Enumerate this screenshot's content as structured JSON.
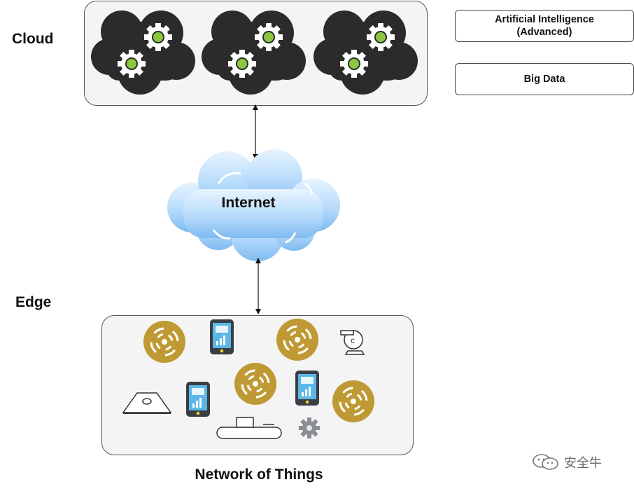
{
  "labels": {
    "cloud": "Cloud",
    "edge": "Edge",
    "internet": "Internet",
    "network": "Network of Things"
  },
  "cloud_panel": {
    "servers": [
      {
        "icon": "cloud-gears-icon"
      },
      {
        "icon": "cloud-gears-icon"
      },
      {
        "icon": "cloud-gears-icon"
      }
    ]
  },
  "side_boxes": {
    "ai": "Artificial Intelligence\n(Advanced)",
    "big_data": "Big Data"
  },
  "edge_panel": {
    "devices": [
      {
        "icon": "wireless-sensor-icon"
      },
      {
        "icon": "mobile-phone-icon"
      },
      {
        "icon": "wireless-sensor-icon"
      },
      {
        "icon": "pump-icon"
      },
      {
        "icon": "wireless-sensor-icon"
      },
      {
        "icon": "mobile-phone-icon"
      },
      {
        "icon": "wireless-sensor-icon"
      },
      {
        "icon": "scale-icon"
      },
      {
        "icon": "mobile-phone-icon"
      },
      {
        "icon": "conveyor-icon"
      },
      {
        "icon": "gear-icon"
      }
    ]
  },
  "colors": {
    "cloud_dark": "#2b2b2b",
    "gear_accent": "#8dc63f",
    "sensor_gold": "#bf9a34",
    "internet_blue": "#8ec5f5",
    "phone_screen": "#5bb7e8"
  },
  "watermark": {
    "icon": "wechat-icon",
    "text": "安全牛"
  }
}
